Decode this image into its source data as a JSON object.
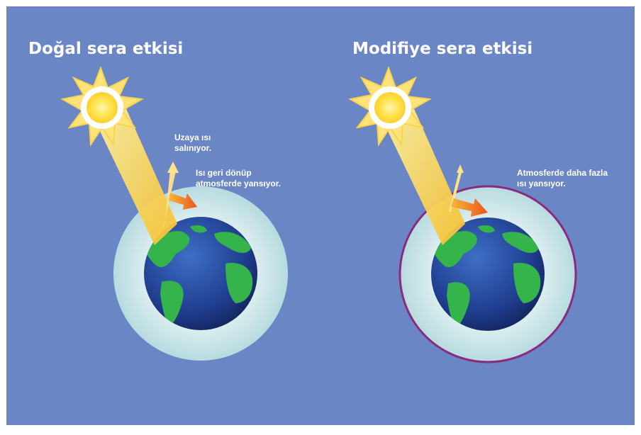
{
  "colors": {
    "background": "#6b86c4",
    "atmosphere": "#cfe6ea",
    "atmosphere_outline_modified": "#8a2a7e",
    "sun": "#ffe98a",
    "sun_ray": "#f8c63c",
    "heat_arrow": "#f06a1e",
    "ocean": "#1f3d8e",
    "land": "#34b44a"
  },
  "left_panel": {
    "title": "Doğal sera etkisi",
    "label_space": [
      "Uzaya ısı",
      "salınıyor."
    ],
    "label_reflect": [
      "Isı geri dönüp",
      "atmosferde yansıyor."
    ]
  },
  "right_panel": {
    "title": "Modifiye sera etkisi",
    "label_reflect_more": [
      "Atmosferde daha fazla",
      "ısı yansıyor."
    ]
  },
  "icons": [
    "sun-icon",
    "earth-globe-icon",
    "heat-arrow-icon"
  ]
}
